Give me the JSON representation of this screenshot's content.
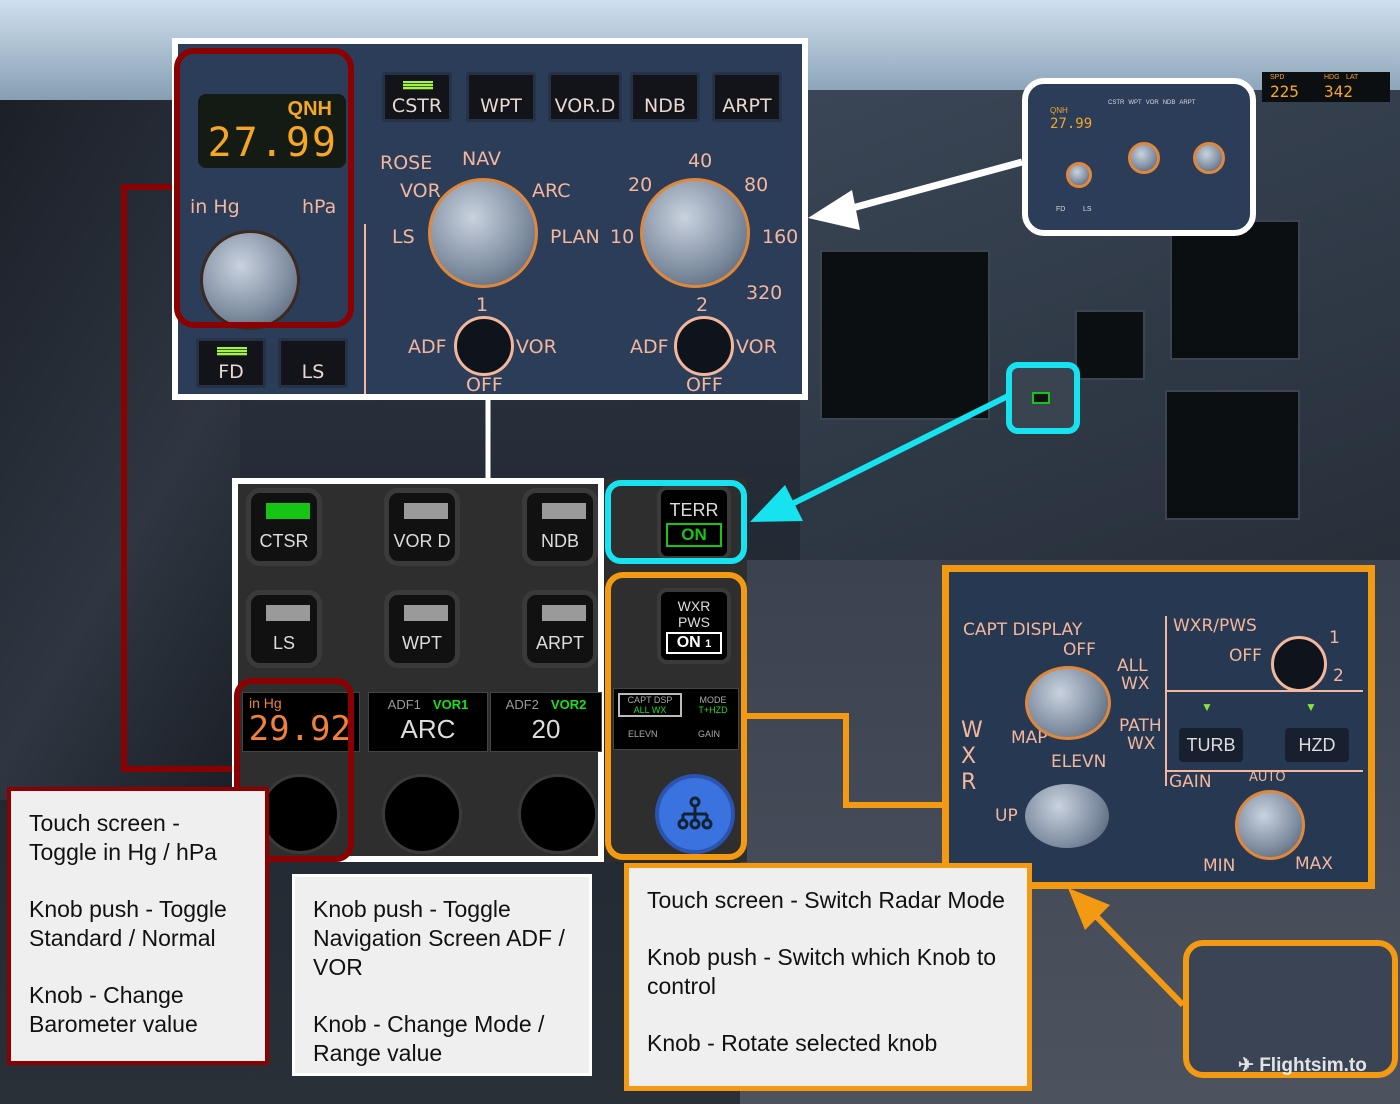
{
  "fcu": {
    "qnh_label": "QNH",
    "qnh_value": "27.99",
    "baro_left": "in Hg",
    "baro_right": "hPa",
    "buttons": [
      "CSTR",
      "WPT",
      "VOR.D",
      "NDB",
      "ARPT"
    ],
    "fd": "FD",
    "ls": "LS",
    "mode_labels": {
      "rose": "ROSE",
      "nav": "NAV",
      "vor": "VOR",
      "arc": "ARC",
      "ls": "LS",
      "plan": "PLAN"
    },
    "range_labels": [
      "10",
      "20",
      "40",
      "80",
      "160",
      "320"
    ],
    "switch1": {
      "num": "1",
      "left": "ADF",
      "right": "VOR",
      "bottom": "OFF"
    },
    "switch2": {
      "num": "2",
      "left": "ADF",
      "right": "VOR",
      "bottom": "OFF"
    }
  },
  "thumb": {
    "qnh_label": "QNH",
    "qnh_value": "27.99",
    "buttons": [
      "CSTR",
      "WPT",
      "VOR",
      "NDB",
      "ARPT"
    ],
    "fd": "FD",
    "ls": "LS",
    "spd": "SPD",
    "spd_val": "225",
    "hdg": "HDG",
    "lat": "LAT",
    "hdg_val": "342"
  },
  "touch": {
    "buttons": [
      {
        "label": "CTSR",
        "on": true
      },
      {
        "label": "VOR D",
        "on": false
      },
      {
        "label": "NDB",
        "on": false
      },
      {
        "label": "LS",
        "on": false
      },
      {
        "label": "WPT",
        "on": false
      },
      {
        "label": "ARPT",
        "on": false
      }
    ],
    "baro_unit": "in Hg",
    "baro_value": "29.92",
    "nav1": {
      "adf": "ADF1",
      "vor": "VOR1",
      "value": "ARC"
    },
    "nav2": {
      "adf": "ADF2",
      "vor": "VOR2",
      "value": "20"
    },
    "terr": {
      "label": "TERR",
      "state": "ON"
    },
    "wxr": {
      "label1": "WXR",
      "label2": "PWS",
      "state": "ON",
      "num": "1"
    },
    "radar": {
      "capt_dsp": "CAPT DSP",
      "capt_val": "ALL WX",
      "mode": "MODE",
      "mode_val": "T+HZD",
      "elevn": "ELEVN",
      "gain": "GAIN"
    }
  },
  "wxr_panel": {
    "capt_display": "CAPT DISPLAY",
    "off": "OFF",
    "all": "ALL",
    "wx": "WX",
    "path": "PATH",
    "path_wx": "WX",
    "map": "MAP",
    "elevn": "ELEVN",
    "up": "UP",
    "side": "WXR",
    "wxr_pws": "WXR/PWS",
    "sw_off": "OFF",
    "sw1": "1",
    "sw2": "2",
    "turb": "TURB",
    "hzd": "HZD",
    "gain": "GAIN",
    "auto": "AUTO",
    "min": "MIN",
    "max": "MAX"
  },
  "notes": {
    "left": [
      "Touch screen - Toggle in Hg / hPa",
      "Knob push - Toggle Standard / Normal",
      "Knob - Change Barometer value"
    ],
    "middle": [
      "Knob push - Toggle Navigation Screen ADF / VOR",
      "Knob - Change Mode / Range value"
    ],
    "right": [
      "Touch screen - Switch Radar Mode",
      "Knob push - Switch which Knob to control",
      "Knob - Rotate selected knob"
    ]
  },
  "watermark": "Flightsim.to",
  "colors": {
    "red": "#8b0000",
    "orange": "#f39a12",
    "cyan": "#16e3ef",
    "green": "#16c416",
    "amber": "#f5a623"
  }
}
